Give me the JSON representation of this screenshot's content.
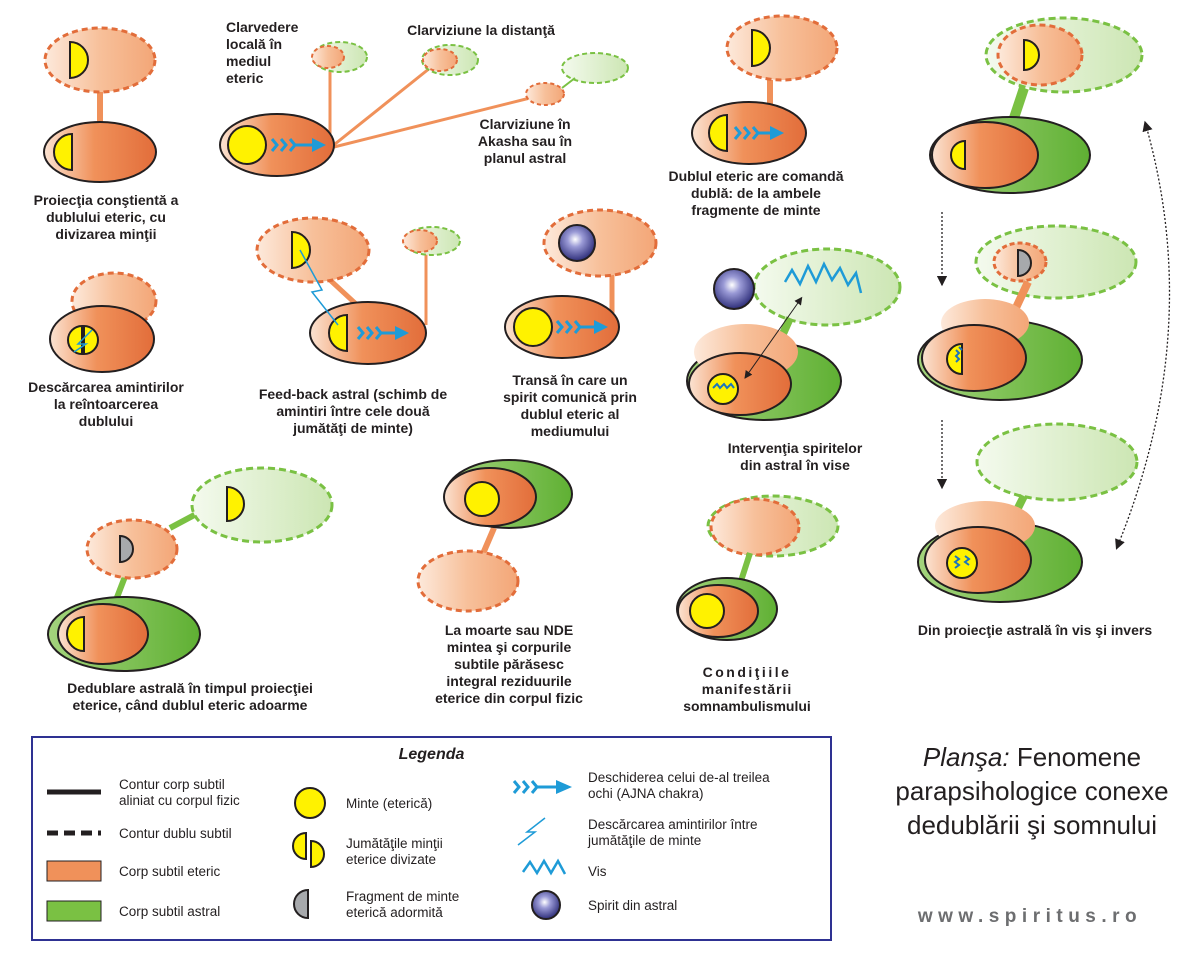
{
  "panels": {
    "p1": [
      "Proiecţia conştientă a",
      "dublului eteric, cu",
      "divizarea minţii"
    ],
    "p2_local": [
      "Clarvedere",
      "locală în",
      "mediul",
      "eteric"
    ],
    "p2_distance": [
      "Clarviziune la distanţă"
    ],
    "p2_akasha": [
      "Clarviziune în",
      "Akasha sau în",
      "planul astral"
    ],
    "p3": [
      "Dublul eteric are comandă",
      "dublă: de la ambele",
      "fragmente de minte"
    ],
    "p4": [
      "Descărcarea amintirilor",
      "la reîntoarcerea",
      "dublului"
    ],
    "p5": [
      "Feed-back astral (schimb de",
      "amintiri între cele două",
      "jumătăţi de minte)"
    ],
    "p6": [
      "Transă în care un",
      "spirit comunică prin",
      "dublul eteric al",
      "mediumului"
    ],
    "p7": [
      "Intervenţia spiritelor",
      "din astral în vise"
    ],
    "p8": [
      "Din proiecţie astrală în vis şi invers"
    ],
    "p9": [
      "Dedublare astrală în timpul proiecţiei",
      "eterice, când dublul eteric adoarme"
    ],
    "p10": [
      "La moarte sau NDE",
      "mintea şi corpurile",
      "subtile părăsesc",
      "integral reziduurile",
      "eterice din corpul fizic"
    ],
    "p11": [
      "Condiţiile",
      "manifestării",
      "somnambulismului"
    ]
  },
  "legend": {
    "title": "Legenda",
    "solid_contour": [
      "Contur corp subtil",
      "aliniat cu corpul fizic"
    ],
    "dashed_contour": [
      "Contur dublu subtil"
    ],
    "etheric_body": [
      "Corp subtil eteric"
    ],
    "astral_body": [
      "Corp subtil astral"
    ],
    "mind": [
      "Minte (eterică)"
    ],
    "halves": [
      "Jumătăţile minţii",
      "eterice divizate"
    ],
    "fragment": [
      "Fragment de minte",
      "eterică adormită"
    ],
    "third_eye": [
      "Deschiderea celui de-al treilea",
      "ochi (AJNA chakra)"
    ],
    "discharge": [
      "Descărcarea amintirilor între",
      "jumătăţile de minte"
    ],
    "dream": [
      "Vis"
    ],
    "spirit": [
      "Spirit din astral"
    ]
  },
  "title": {
    "italic": "Planşa:",
    "rest": "Fenomene",
    "line2": "parapsihologice conexe",
    "line3": "dedublării şi somnului"
  },
  "url": "www.spiritus.ro",
  "colors": {
    "etheric": "#f0915a",
    "etheric_double": "#f7c4a1",
    "astral": "#7ac143",
    "astral_double": "#d6ecc1",
    "mind": "#fff200",
    "fragment": "#a7a9ac",
    "arrow": "#1e9bd7",
    "dream": "#1c75bc",
    "spirit": "#4f4f9c",
    "legend_border": "#2e3192"
  }
}
